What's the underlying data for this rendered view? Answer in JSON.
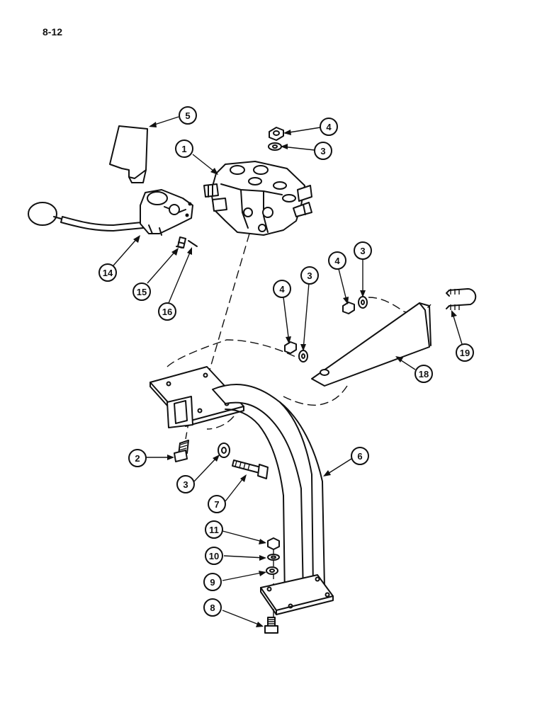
{
  "page": {
    "number": "8-12"
  },
  "callouts": [
    {
      "id": "c1",
      "label": "1"
    },
    {
      "id": "c2",
      "label": "2"
    },
    {
      "id": "c3a",
      "label": "3"
    },
    {
      "id": "c3b",
      "label": "3"
    },
    {
      "id": "c3c",
      "label": "3"
    },
    {
      "id": "c3d",
      "label": "3"
    },
    {
      "id": "c4a",
      "label": "4"
    },
    {
      "id": "c4b",
      "label": "4"
    },
    {
      "id": "c4c",
      "label": "4"
    },
    {
      "id": "c5",
      "label": "5"
    },
    {
      "id": "c6",
      "label": "6"
    },
    {
      "id": "c7",
      "label": "7"
    },
    {
      "id": "c8",
      "label": "8"
    },
    {
      "id": "c9",
      "label": "9"
    },
    {
      "id": "c10",
      "label": "10"
    },
    {
      "id": "c11",
      "label": "11"
    },
    {
      "id": "c14",
      "label": "14"
    },
    {
      "id": "c15",
      "label": "15"
    },
    {
      "id": "c16",
      "label": "16"
    },
    {
      "id": "c18",
      "label": "18"
    },
    {
      "id": "c19",
      "label": "19"
    }
  ]
}
